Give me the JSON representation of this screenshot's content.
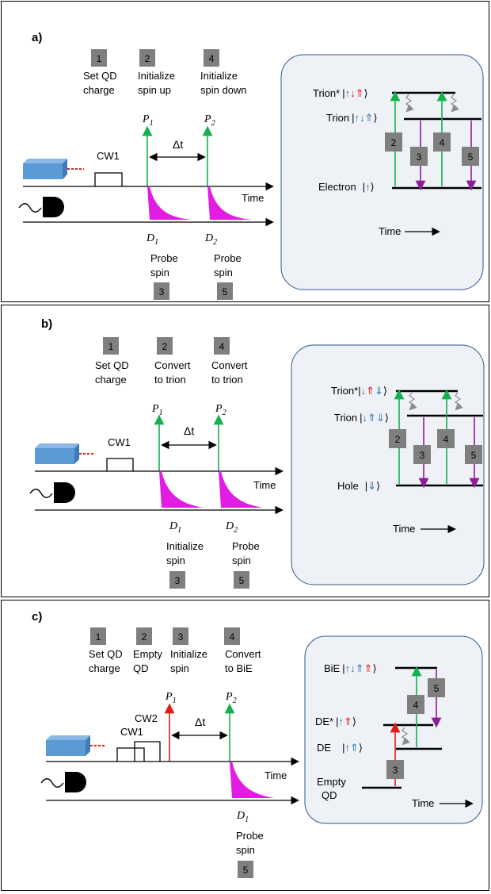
{
  "colors": {
    "green": "#14b04f",
    "purple": "#8e1c9a",
    "red": "#e31a1a",
    "magenta": "#e21ce2",
    "box": "#7f7f7f",
    "laser": "#5b9bd5",
    "arrowBlue": "#2e75b6",
    "gray": "#8c8c8c",
    "panelBg": "#eef1f5"
  },
  "panels": [
    {
      "label": "a)",
      "steps": [
        {
          "num": "1",
          "lines": [
            "Set QD",
            "charge"
          ]
        },
        {
          "num": "2",
          "lines": [
            "Initialize",
            "spin up"
          ]
        },
        {
          "num": "4",
          "lines": [
            "Initialize",
            "spin down"
          ]
        }
      ],
      "pulses": [
        {
          "sym": "P",
          "sub": "1",
          "color": "green"
        },
        {
          "sym": "P",
          "sub": "2",
          "color": "green"
        }
      ],
      "cw": [
        "CW1"
      ],
      "delta": "Δt",
      "time": "Time",
      "detections": [
        {
          "sym": "D",
          "sub": "1",
          "lines": [
            "Probe",
            "spin"
          ],
          "num": "3"
        },
        {
          "sym": "D",
          "sub": "2",
          "lines": [
            "Probe",
            "spin"
          ],
          "num": "5"
        }
      ],
      "levels": [
        {
          "name": "Trion*",
          "spin": [
            {
              "t": "|",
              "c": "k"
            },
            {
              "t": "↑",
              "c": "b"
            },
            {
              "t": "↓",
              "c": "r"
            },
            {
              "t": "⇑",
              "c": "r"
            },
            {
              "t": "⟩",
              "c": "k"
            }
          ]
        },
        {
          "name": "Trion",
          "spin": [
            {
              "t": "|",
              "c": "k"
            },
            {
              "t": "↑",
              "c": "b"
            },
            {
              "t": "↓",
              "c": "b"
            },
            {
              "t": "⇑",
              "c": "b"
            },
            {
              "t": "⟩",
              "c": "k"
            }
          ]
        },
        {
          "name": "Electron",
          "spin": [
            {
              "t": "|",
              "c": "k"
            },
            {
              "t": "↑",
              "c": "b"
            },
            {
              "t": "⟩",
              "c": "k"
            }
          ]
        }
      ],
      "levelTime": "Time",
      "transitions": [
        "2",
        "3",
        "4",
        "5"
      ]
    },
    {
      "label": "b)",
      "steps": [
        {
          "num": "1",
          "lines": [
            "Set QD",
            "charge"
          ]
        },
        {
          "num": "2",
          "lines": [
            "Convert",
            "to trion"
          ]
        },
        {
          "num": "4",
          "lines": [
            "Convert",
            "to trion"
          ]
        }
      ],
      "pulses": [
        {
          "sym": "P",
          "sub": "1",
          "color": "green"
        },
        {
          "sym": "P",
          "sub": "2",
          "color": "green"
        }
      ],
      "cw": [
        "CW1"
      ],
      "delta": "Δt",
      "time": "Time",
      "detections": [
        {
          "sym": "D",
          "sub": "1",
          "lines": [
            "Initialize",
            "spin"
          ],
          "num": "3"
        },
        {
          "sym": "D",
          "sub": "2",
          "lines": [
            "Probe",
            "spin"
          ],
          "num": "5"
        }
      ],
      "levels": [
        {
          "name": "Trion*",
          "spin": [
            {
              "t": "|",
              "c": "k"
            },
            {
              "t": "↓",
              "c": "b"
            },
            {
              "t": "⇑",
              "c": "r"
            },
            {
              "t": "⇓",
              "c": "b"
            },
            {
              "t": "⟩",
              "c": "k"
            }
          ]
        },
        {
          "name": "Trion",
          "spin": [
            {
              "t": "|",
              "c": "k"
            },
            {
              "t": "↓",
              "c": "b"
            },
            {
              "t": "⇑",
              "c": "b"
            },
            {
              "t": "⇓",
              "c": "b"
            },
            {
              "t": "⟩",
              "c": "k"
            }
          ]
        },
        {
          "name": "Hole",
          "spin": [
            {
              "t": "|",
              "c": "k"
            },
            {
              "t": "⇓",
              "c": "b"
            },
            {
              "t": "⟩",
              "c": "k"
            }
          ]
        }
      ],
      "levelTime": "Time",
      "transitions": [
        "2",
        "3",
        "4",
        "5"
      ]
    },
    {
      "label": "c)",
      "steps": [
        {
          "num": "1",
          "lines": [
            "Set QD",
            "charge"
          ]
        },
        {
          "num": "2",
          "lines": [
            "Empty",
            "QD"
          ]
        },
        {
          "num": "3",
          "lines": [
            "Initialize",
            "spin"
          ]
        },
        {
          "num": "4",
          "lines": [
            "Convert",
            "to BiE"
          ]
        }
      ],
      "pulses": [
        {
          "sym": "P",
          "sub": "1",
          "color": "red"
        },
        {
          "sym": "P",
          "sub": "2",
          "color": "green"
        }
      ],
      "cw": [
        "CW1",
        "CW2"
      ],
      "delta": "Δt",
      "time": "Time",
      "detections": [
        {
          "sym": "D",
          "sub": "1",
          "lines": [
            "Probe",
            "spin"
          ],
          "num": "5"
        }
      ],
      "levels": [
        {
          "name": "BiE",
          "spin": [
            {
              "t": "|",
              "c": "k"
            },
            {
              "t": "↑",
              "c": "b"
            },
            {
              "t": "↓",
              "c": "b"
            },
            {
              "t": "⇑",
              "c": "b"
            },
            {
              "t": "⇑",
              "c": "r"
            },
            {
              "t": "⟩",
              "c": "k"
            }
          ]
        },
        {
          "name": "DE*",
          "spin": [
            {
              "t": "|",
              "c": "k"
            },
            {
              "t": "↑",
              "c": "b"
            },
            {
              "t": "⇑",
              "c": "r"
            },
            {
              "t": "⟩",
              "c": "k"
            }
          ]
        },
        {
          "name": "DE",
          "spin": [
            {
              "t": "|",
              "c": "k"
            },
            {
              "t": "↑",
              "c": "b"
            },
            {
              "t": "⇑",
              "c": "b"
            },
            {
              "t": "⟩",
              "c": "k"
            }
          ]
        },
        {
          "name": "Empty\nQD",
          "spin": []
        }
      ],
      "levelTime": "Time",
      "transitions": [
        "3",
        "4",
        "5"
      ]
    }
  ]
}
